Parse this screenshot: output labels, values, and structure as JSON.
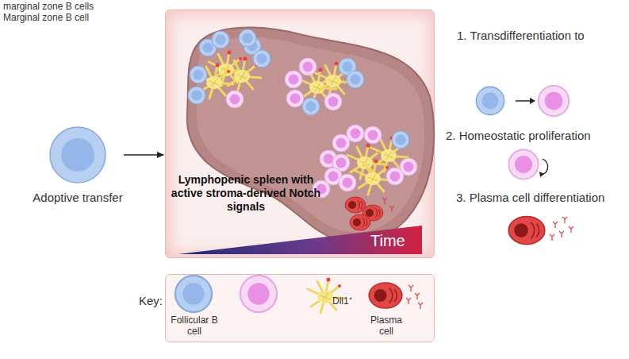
{
  "diagram": {
    "nodes": [
      {
        "text": [
          "Adoptive transfer"
        ]
      },
      {
        "text": [
          "Lymphopenic spleen with active stroma-derived Notch signals",
          "Time"
        ]
      },
      {
        "text": [
          "Key:"
        ]
      },
      {
        "text": [
          "Follicular B cell"
        ],
        "in": 2
      },
      {
        "text": [
          "Dll1⁺"
        ],
        "in": 2
      },
      {
        "text": [
          "Plasma cell"
        ],
        "in": 2
      }
    ],
    "edges": [
      {
        "from": 0,
        "to": 1,
        "arrow": "to"
      }
    ],
    "labels": [
      "marginal zone B cells",
      "Marginal zone B cell",
      "1. Transdifferentiation to",
      "2. Homeostatic proliferation",
      "3. Plasma cell differentiation"
    ]
  }
}
